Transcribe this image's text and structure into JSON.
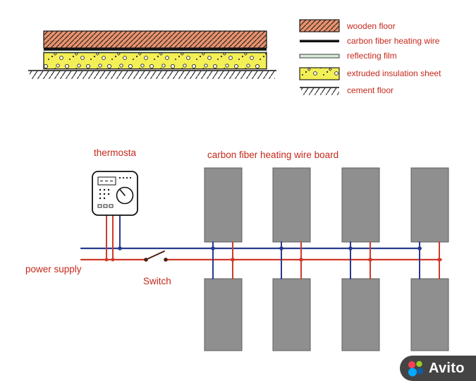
{
  "legend": {
    "items": [
      {
        "swatch": "wooden-floor-hatch",
        "label": "wooden floor"
      },
      {
        "swatch": "black-line",
        "label": "carbon fiber heating wire"
      },
      {
        "swatch": "reflecting-film-strip",
        "label": "reflecting film"
      },
      {
        "swatch": "insulation-dots",
        "label": "extruded insulation sheet"
      },
      {
        "swatch": "cement-hatch",
        "label": "cement floor"
      }
    ]
  },
  "wiring": {
    "thermostat_label": "thermosta",
    "heating_board_label": "carbon fiber heating wire board",
    "power_supply_label": "power supply",
    "switch_label": "Switch",
    "heating_boards_top_row": 4,
    "heating_boards_bottom_row": 4
  },
  "watermark": {
    "brand": "Avito"
  },
  "colors": {
    "label_text": "#c5281c",
    "wire_red": "#cf3a2b",
    "wire_blue": "#283a8e",
    "board_gray": "#8f8f8f",
    "wood_fill": "#e8926e",
    "insulation_fill": "#f3ef56",
    "reflecting_film_fill": "#d7ead9",
    "avito_red": "#ff4053",
    "avito_green": "#97cf26",
    "avito_light_blue": "#00aaff",
    "avito_dark_blue": "#0f5da8"
  }
}
